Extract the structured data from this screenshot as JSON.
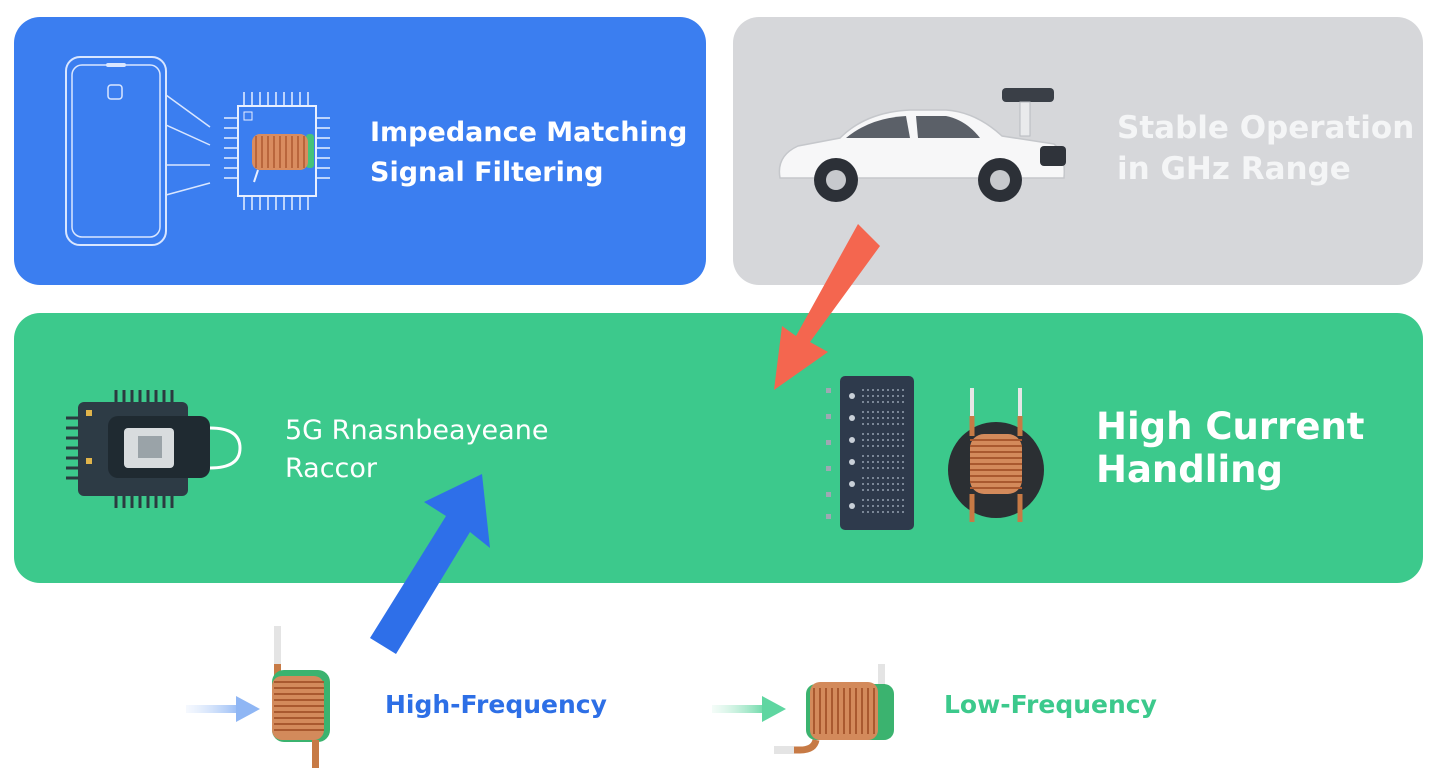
{
  "panels": {
    "blue": {
      "line1": "Impedance Matching",
      "line2": "Signal Filtering",
      "color": "#3b7ef0"
    },
    "gray": {
      "line1": "Stable Operation",
      "line2": "in GHz Range",
      "color": "#d6d7da"
    },
    "green": {
      "left_line1": "5G Rnasnbeayeane",
      "left_line2": "Raccor",
      "right_line1": "High Current",
      "right_line2": "Handling",
      "color": "#3cc98c"
    }
  },
  "bottom": {
    "high_label": "High-Frequency",
    "low_label": "Low-Frequency",
    "high_color": "#2d6fe6",
    "low_color": "#3cc98c"
  },
  "arrows": {
    "red_color": "#f4664f",
    "blue_color": "#2e6fe9"
  },
  "icons": [
    "smartphone-icon",
    "chip-inductor-icon",
    "car-icon",
    "rf-module-icon",
    "server-rack-icon",
    "toroid-inductor-icon",
    "coil-inductor-icon"
  ]
}
